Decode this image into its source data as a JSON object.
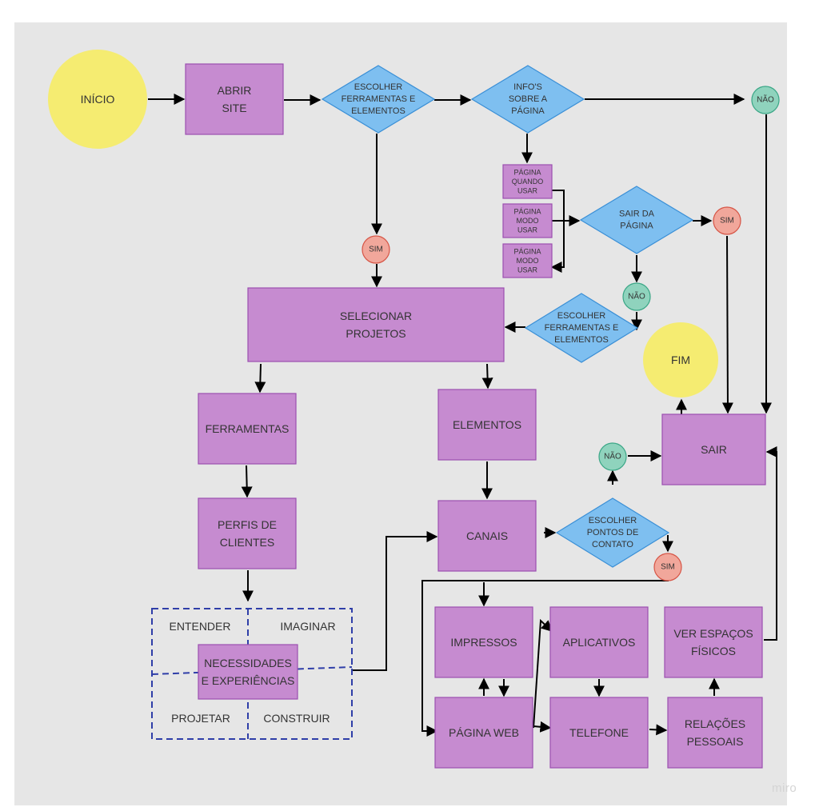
{
  "colors": {
    "board": "#e6e6e6",
    "process_fill": "#c68bd0",
    "process_stroke": "#9b4fb0",
    "decision_fill": "#7ebff0",
    "decision_stroke": "#3a8fd6",
    "terminal_fill": "#f5ec71",
    "yes_fill": "#f1a79b",
    "yes_stroke": "#d65445",
    "no_fill": "#8fd3bd",
    "no_stroke": "#3aa686",
    "arrow": "#000000",
    "group_border": "#2f3ea8"
  },
  "nodes": [
    {
      "id": "inicio",
      "shape": "terminal",
      "lines": [
        "INÍCIO"
      ]
    },
    {
      "id": "abrir-site",
      "shape": "process",
      "lines": [
        "ABRIR",
        "SITE"
      ]
    },
    {
      "id": "escolher-1",
      "shape": "decision",
      "lines": [
        "ESCOLHER",
        "FERRAMENTAS E",
        "ELEMENTOS"
      ]
    },
    {
      "id": "infos",
      "shape": "decision",
      "lines": [
        "INFO'S",
        "SOBRE A",
        "PÁGINA"
      ]
    },
    {
      "id": "nao-1",
      "shape": "no",
      "lines": [
        "NÃO"
      ]
    },
    {
      "id": "sim-1",
      "shape": "yes",
      "lines": [
        "SIM"
      ]
    },
    {
      "id": "pag-quando",
      "shape": "process",
      "lines": [
        "PÁGINA",
        "QUANDO",
        "USAR"
      ]
    },
    {
      "id": "pag-modo-1",
      "shape": "process",
      "lines": [
        "PÁGINA",
        "MODO",
        "USAR"
      ]
    },
    {
      "id": "pag-modo-2",
      "shape": "process",
      "lines": [
        "PÁGINA",
        "MODO",
        "USAR"
      ]
    },
    {
      "id": "sair-pagina",
      "shape": "decision",
      "lines": [
        "SAIR DA",
        "PÁGINA"
      ]
    },
    {
      "id": "sim-2",
      "shape": "yes",
      "lines": [
        "SIM"
      ]
    },
    {
      "id": "nao-2",
      "shape": "no",
      "lines": [
        "NÃO"
      ]
    },
    {
      "id": "selecionar",
      "shape": "process",
      "lines": [
        "SELECIONAR",
        "PROJETOS"
      ]
    },
    {
      "id": "escolher-2",
      "shape": "decision",
      "lines": [
        "ESCOLHER",
        "FERRAMENTAS E",
        "ELEMENTOS"
      ]
    },
    {
      "id": "fim",
      "shape": "terminal",
      "lines": [
        "FIM"
      ]
    },
    {
      "id": "ferramentas",
      "shape": "process",
      "lines": [
        "FERRAMENTAS"
      ]
    },
    {
      "id": "elementos",
      "shape": "process",
      "lines": [
        "ELEMENTOS"
      ]
    },
    {
      "id": "sair",
      "shape": "process",
      "lines": [
        "SAIR"
      ]
    },
    {
      "id": "nao-3",
      "shape": "no",
      "lines": [
        "NÃO"
      ]
    },
    {
      "id": "perfis",
      "shape": "process",
      "lines": [
        "PERFIS DE",
        "CLIENTES"
      ]
    },
    {
      "id": "canais",
      "shape": "process",
      "lines": [
        "CANAIS"
      ]
    },
    {
      "id": "escolher-pontos",
      "shape": "decision",
      "lines": [
        "ESCOLHER",
        "PONTOS DE",
        "CONTATO"
      ]
    },
    {
      "id": "sim-3",
      "shape": "yes",
      "lines": [
        "SIM"
      ]
    },
    {
      "id": "necessidades",
      "shape": "process",
      "lines": [
        "NECESSIDADES",
        "E EXPERIÊNCIAS"
      ]
    },
    {
      "id": "impressos",
      "shape": "process",
      "lines": [
        "IMPRESSOS"
      ]
    },
    {
      "id": "aplicativos",
      "shape": "process",
      "lines": [
        "APLICATIVOS"
      ]
    },
    {
      "id": "ver-espacos",
      "shape": "process",
      "lines": [
        "VER ESPAÇOS",
        "FÍSICOS"
      ]
    },
    {
      "id": "pagina-web",
      "shape": "process",
      "lines": [
        "PÁGINA WEB"
      ]
    },
    {
      "id": "telefone",
      "shape": "process",
      "lines": [
        "TELEFONE"
      ]
    },
    {
      "id": "relacoes",
      "shape": "process",
      "lines": [
        "RELAÇÕES",
        "PESSOAIS"
      ]
    }
  ],
  "group_labels": [
    {
      "id": "entender",
      "text": "ENTENDER"
    },
    {
      "id": "imaginar",
      "text": "IMAGINAR"
    },
    {
      "id": "projetar",
      "text": "PROJETAR"
    },
    {
      "id": "construir",
      "text": "CONSTRUIR"
    }
  ],
  "watermark": "miro"
}
